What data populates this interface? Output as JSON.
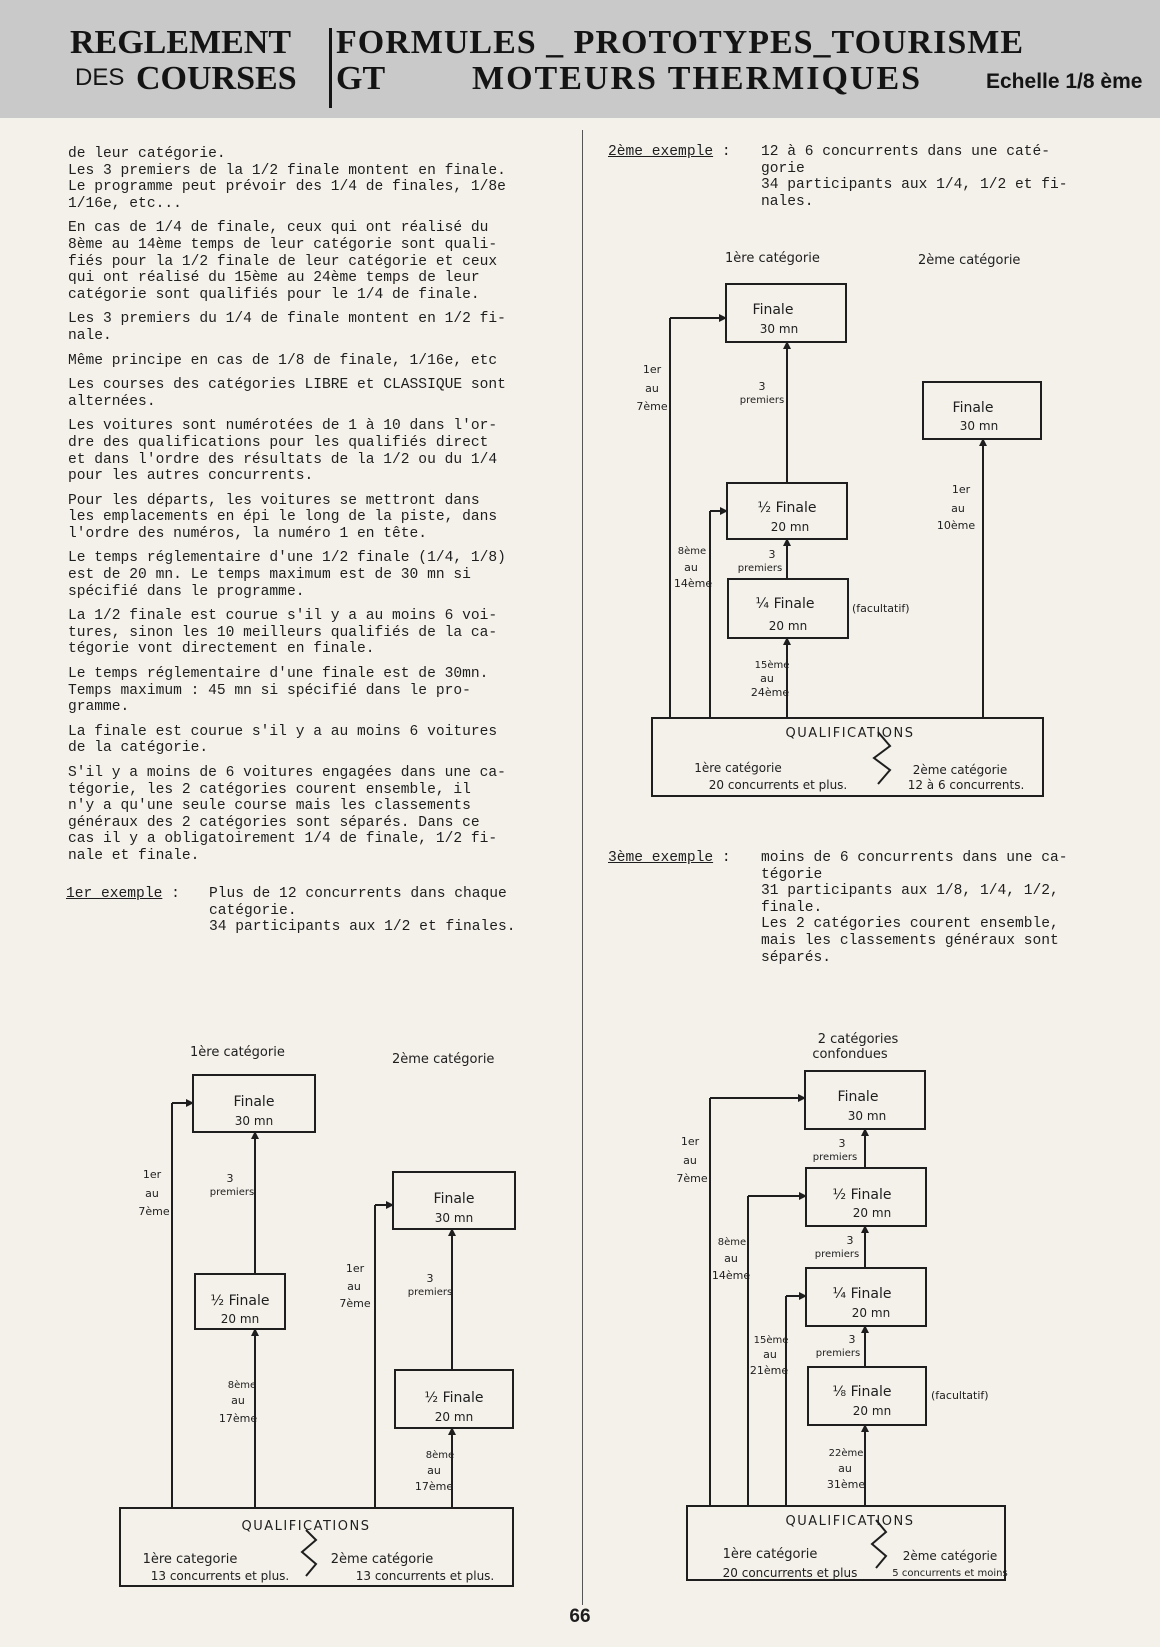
{
  "header": {
    "line1_left": "REGLEMENT",
    "line2_left_small": "DES",
    "line2_left": "COURSES",
    "line1_right": "FORMULES _ PROTOTYPES_TOURISME",
    "line2_right_gt": "GT",
    "line2_right": "MOTEURS THERMIQUES",
    "scale": "Echelle 1/8 ème"
  },
  "left_paragraphs": [
    "de leur catégorie.\nLes 3 premiers de la 1/2 finale montent en finale.\nLe programme peut prévoir des 1/4 de finales, 1/8e\n1/16e, etc...",
    "En cas de 1/4 de finale, ceux qui ont réalisé du\n8ème au 14ème temps de leur catégorie sont quali-\nfiés pour la 1/2 finale de leur catégorie et ceux\nqui ont réalisé du 15ème au 24ème temps de leur\ncatégorie sont qualifiés pour le 1/4 de finale.",
    "Les 3 premiers du 1/4 de finale montent en 1/2 fi-\nnale.",
    "Même principe en cas de 1/8 de finale, 1/16e, etc",
    "Les courses des catégories LIBRE et CLASSIQUE sont\nalternées.",
    "Les voitures sont numérotées de 1 à 10 dans l'or-\ndre des qualifications pour les qualifiés direct\net dans l'ordre des résultats de la 1/2 ou du 1/4\npour les autres concurrents.",
    "Pour les départs, les voitures se mettront dans\nles emplacements en épi le long de la piste, dans\nl'ordre des numéros, la numéro 1 en tête.",
    "Le temps réglementaire d'une 1/2 finale (1/4, 1/8)\nest de 20 mn. Le temps maximum est de 30 mn si\nspécifié dans le programme.",
    "La 1/2 finale est courue s'il y a au moins 6 voi-\ntures, sinon les 10 meilleurs qualifiés de la ca-\ntégorie vont directement en finale.",
    "Le temps réglementaire d'une finale est de 30mn.\nTemps maximum : 45 mn si spécifié dans le pro-\ngramme.",
    "La finale est courue s'il y a au moins 6 voitures\nde la catégorie.",
    "S'il y a moins de 6 voitures engagées dans une ca-\ntégorie, les 2 catégories courent ensemble, il\nn'y a qu'une seule course mais les classements\ngénéraux des 2 catégories sont séparés. Dans ce\ncas il y a obligatoirement 1/4 de finale, 1/2 fi-\nnale et finale."
  ],
  "examples": [
    {
      "label": "1er exemple",
      "sep": ":",
      "text": "Plus de 12 concurrents dans chaque\ncatégorie.\n34 participants aux 1/2 et finales."
    },
    {
      "label": "2ème exemple",
      "sep": ":",
      "text": "12 à 6 concurrents dans une caté-\ngorie\n34 participants aux 1/4, 1/2 et fi-\nnales."
    },
    {
      "label": "3ème exemple",
      "sep": ":",
      "text": "moins de 6 concurrents dans une ca-\ntégorie\n31 participants aux 1/8, 1/4, 1/2,\nfinale.\nLes 2 catégories courent ensemble,\nmais les classements généraux sont\nséparés."
    }
  ],
  "diagram1": {
    "cat1": "1ère catégorie",
    "cat2": "2ème catégorie",
    "finale1": [
      "Finale",
      "30 mn"
    ],
    "finale2": [
      "Finale",
      "30 mn"
    ],
    "demi1": [
      "½ Finale",
      "20 mn"
    ],
    "demi2": [
      "½ Finale",
      "20 mn"
    ],
    "premiers": [
      "3",
      "premiers"
    ],
    "range_1_7": [
      "1er",
      "au",
      "7ème"
    ],
    "range_8_17": [
      "8ème",
      "au",
      "17ème"
    ],
    "quals_title": "QUALIFICATIONS",
    "q1": [
      "1ère categorie",
      "13 concurrents et plus."
    ],
    "q2": [
      "2ème catégorie",
      "13 concurrents et plus."
    ]
  },
  "diagram2": {
    "cat1": "1ère catégorie",
    "cat2": "2ème catégorie",
    "finale1": [
      "Finale",
      "30 mn"
    ],
    "finale2": [
      "Finale",
      "30 mn"
    ],
    "demi": [
      "½ Finale",
      "20 mn"
    ],
    "quart": [
      "¼ Finale",
      "20 mn"
    ],
    "facultatif": "(facultatif)",
    "premiers": [
      "3",
      "premiers"
    ],
    "range_1_7": [
      "1er",
      "au",
      "7ème"
    ],
    "range_8_14": [
      "8ème",
      "au",
      "14ème"
    ],
    "range_15_24": [
      "15ème",
      "au",
      "24ème"
    ],
    "range_1_10": [
      "1er",
      "au",
      "10ème"
    ],
    "quals_title": "QUALIFICATIONS",
    "q1": [
      "1ère catégorie",
      "20 concurrents et plus."
    ],
    "q2": [
      "2ème catégorie",
      "12 à 6 concurrents."
    ]
  },
  "diagram3": {
    "merged": [
      "2 catégories",
      "confondues"
    ],
    "finale": [
      "Finale",
      "30 mn"
    ],
    "demi": [
      "½ Finale",
      "20 mn"
    ],
    "quart": [
      "¼ Finale",
      "20 mn"
    ],
    "huitieme": [
      "⅛ Finale",
      "20 mn"
    ],
    "facultatif": "(facultatif)",
    "premiers": [
      "3",
      "premiers"
    ],
    "range_1_7": [
      "1er",
      "au",
      "7ème"
    ],
    "range_8_14": [
      "8ème",
      "au",
      "14ème"
    ],
    "range_15_21": [
      "15ème",
      "au",
      "21ème"
    ],
    "range_22_31": [
      "22ème",
      "au",
      "31ème"
    ],
    "quals_title": "QUALIFICATIONS",
    "q1": [
      "1ère catégorie",
      "20 concurrents et plus"
    ],
    "q2": [
      "2ème catégorie",
      "5 concurrents et moins"
    ]
  },
  "page_number": "66"
}
